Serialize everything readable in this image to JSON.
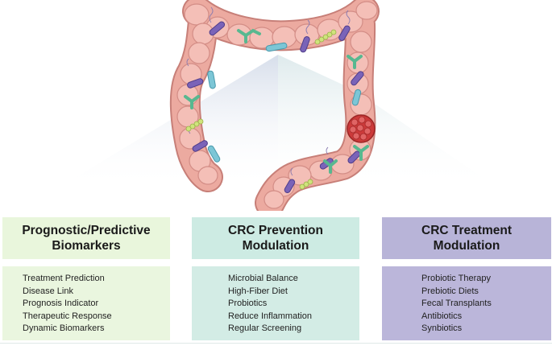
{
  "panels": [
    {
      "title_lines": [
        "Prognostic/Predictive",
        "Biomarkers"
      ],
      "color": "#e9f6dc",
      "items": [
        "Treatment Prediction",
        "Disease Link",
        "Prognosis Indicator",
        "Therapeutic Response",
        "Dynamic Biomarkers"
      ]
    },
    {
      "title_lines": [
        "CRC Prevention",
        "Modulation"
      ],
      "color": "#cdebe3",
      "items": [
        "Microbial Balance",
        "High-Fiber Diet",
        "Probiotics",
        "Reduce Inflammation",
        "Regular Screening"
      ]
    },
    {
      "title_lines": [
        "CRC Treatment",
        "Modulation"
      ],
      "color": "#b8b4d8",
      "items": [
        "Probiotic Therapy",
        "Prebiotic Diets",
        "Fecal Transplants",
        "Antibiotics",
        "Synbiotics"
      ]
    }
  ],
  "illustration": {
    "organ": "colon",
    "colon_color": "#ecaaa0",
    "tumor_color": "#cc3a3a",
    "microbe_icons": [
      "rod-bacterium-icon",
      "y-shaped-antibody-icon",
      "bead-chain-bacterium-icon"
    ]
  }
}
